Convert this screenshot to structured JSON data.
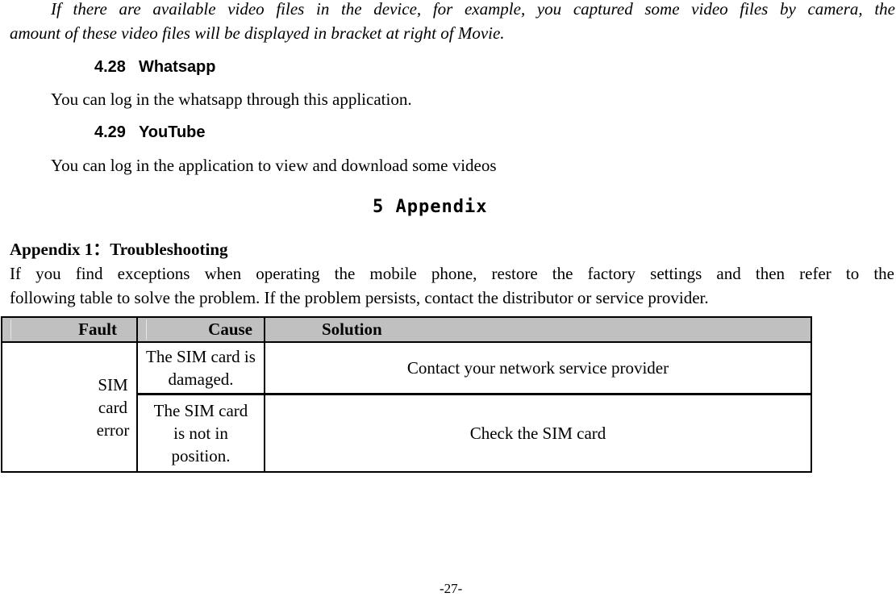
{
  "intro_paragraph": {
    "line1": "If there are available video files in the device, for example, you captured some video files by camera, the",
    "line2": "amount of these video files will be displayed in bracket at right of Movie."
  },
  "sections": [
    {
      "number": "4.28",
      "title": "Whatsapp",
      "body": "You can log in the whatsapp through this application."
    },
    {
      "number": "4.29",
      "title": "YouTube",
      "body": "You can log in the application to view and download some videos"
    }
  ],
  "chapter": {
    "title": "5 Appendix"
  },
  "appendix1": {
    "heading": "Appendix 1：Troubleshooting",
    "paragraph_line1": "If you find exceptions when operating the mobile phone, restore the factory settings and then refer to the",
    "paragraph_line2": "following table to solve the problem. If the problem persists, contact the distributor or service provider."
  },
  "table": {
    "header_bg": "#c0c0c0",
    "headers": {
      "fault": "Fault",
      "cause": "Cause",
      "solution": "Solution"
    },
    "rows": [
      {
        "fault": "SIM card error",
        "cause": "The SIM card is damaged.",
        "solution": "Contact your network service provider"
      },
      {
        "cause": "The SIM card is not in position.",
        "solution": "Check the SIM card"
      }
    ]
  },
  "footer": {
    "page_number": "-27-"
  }
}
